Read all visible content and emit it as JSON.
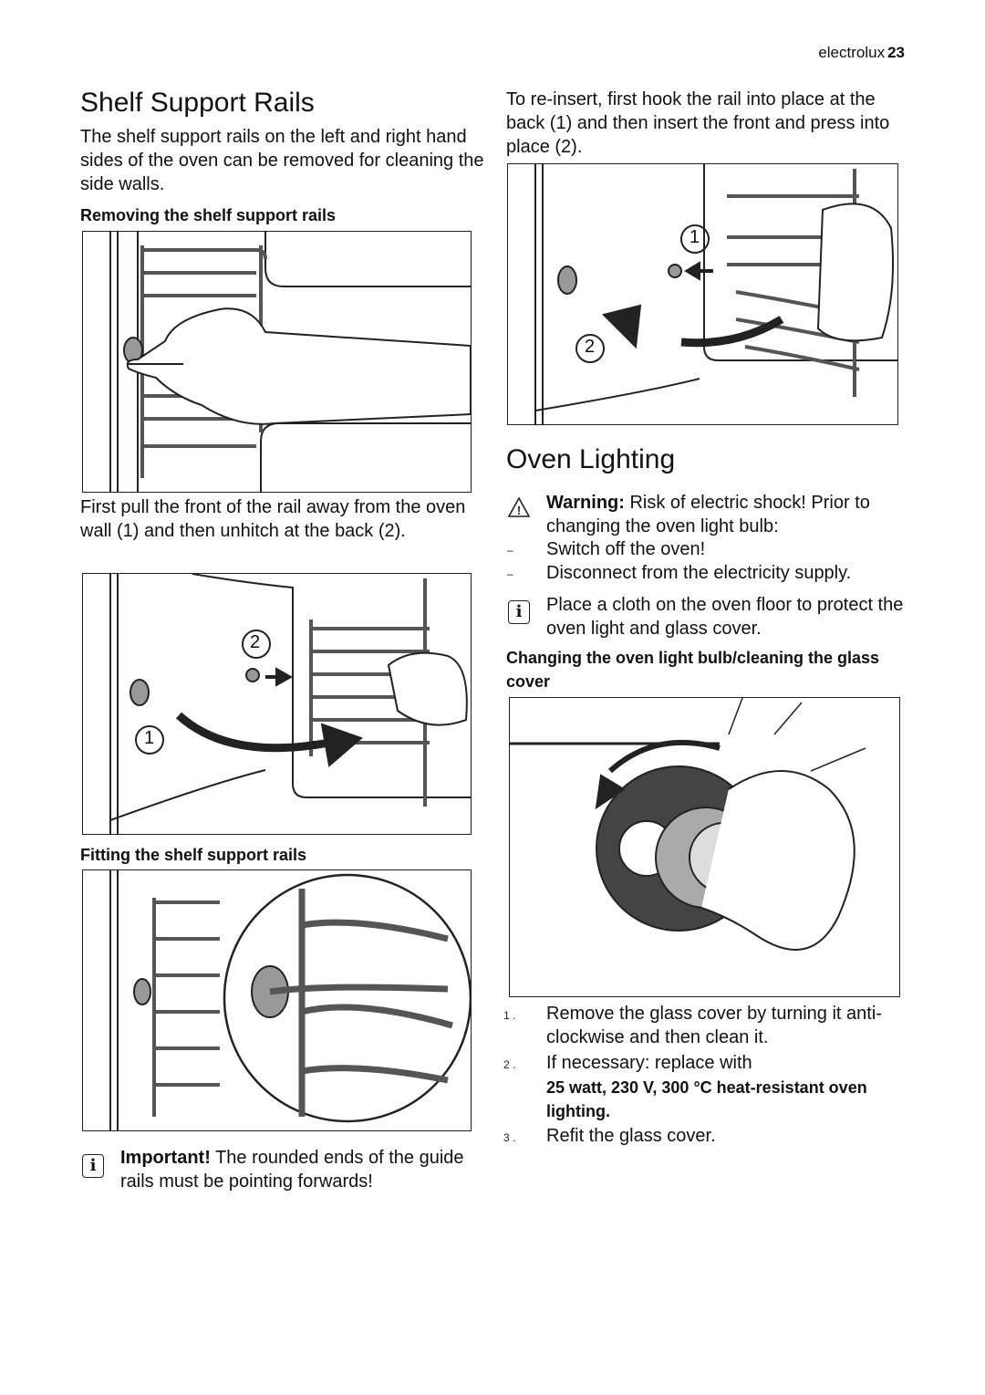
{
  "header": {
    "brand": "electrolux",
    "page": "23"
  },
  "left": {
    "title": "Shelf Support Rails",
    "intro": "The shelf support rails on the left and right hand sides of the oven can be removed for cleaning the side walls.",
    "removing_heading": "Removing the shelf support rails",
    "removing_text": "First pull the front of the rail away from the oven wall (1) and then unhitch at the back (2).",
    "fig2_label_a": "2",
    "fig2_label_b": "1",
    "fitting_heading": "Fitting the shelf support rails",
    "important_label": "Important!",
    "important_text": " The rounded ends of the guide rails must be pointing forwards!"
  },
  "right": {
    "reinsert_text": "To re-insert, first hook the rail into place at the back (1) and then insert the front and press into place (2).",
    "fig_label_a": "1",
    "fig_label_b": "2",
    "title": "Oven Lighting",
    "warning_label": "Warning:",
    "warning_text": " Risk of electric shock! Prior to changing the oven light bulb:",
    "dash_items": [
      "Switch off the oven!",
      "Disconnect from the electricity supply."
    ],
    "info_text": "Place a cloth on the oven floor to protect the oven light and glass cover.",
    "changing_heading": "Changing the oven light bulb/cleaning the glass cover",
    "steps": [
      {
        "num": "1 .",
        "text": "Remove the glass cover by turning it anti-clockwise and then clean it."
      },
      {
        "num": "2 .",
        "text": "If necessary: replace with"
      },
      {
        "num": "3 .",
        "text": "Refit the glass cover."
      }
    ],
    "step2_bold": "25 watt, 230 V, 300 °C heat-resistant oven lighting."
  }
}
